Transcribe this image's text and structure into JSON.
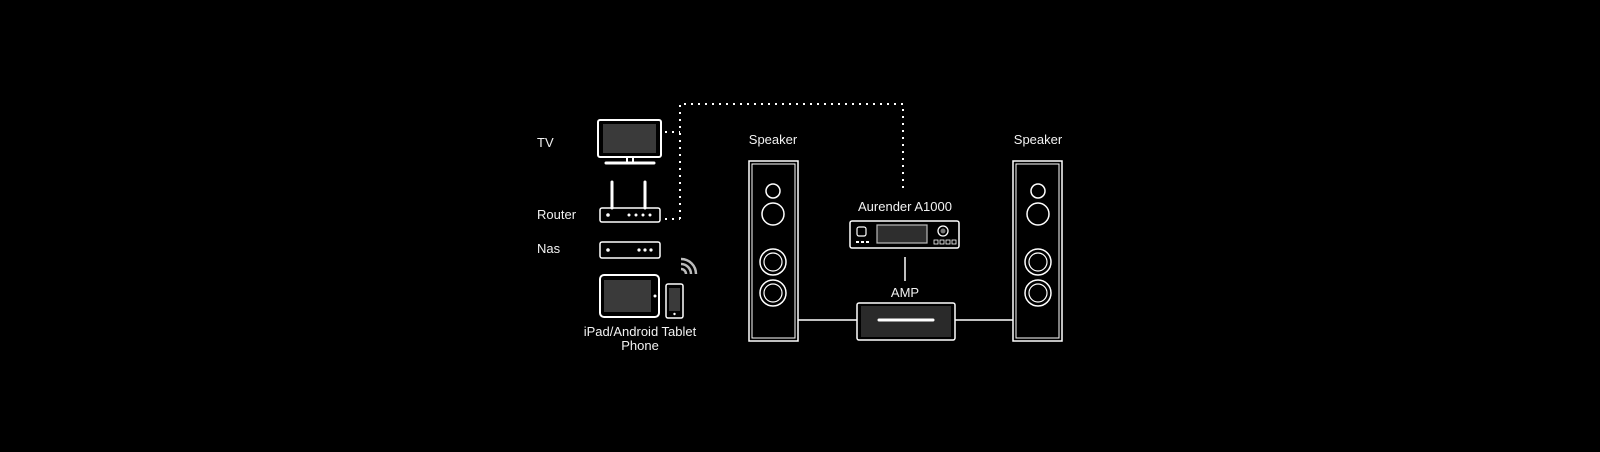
{
  "labels": {
    "tv": "TV",
    "router": "Router",
    "nas": "Nas",
    "tablet_line1": "iPad/Android Tablet",
    "tablet_line2": "Phone",
    "speaker_left": "Speaker",
    "speaker_right": "Speaker",
    "aurender": "Aurender A1000",
    "amp": "AMP"
  },
  "colors": {
    "background": "#000000",
    "stroke": "#ffffff",
    "screen": "#3a3a3a"
  }
}
